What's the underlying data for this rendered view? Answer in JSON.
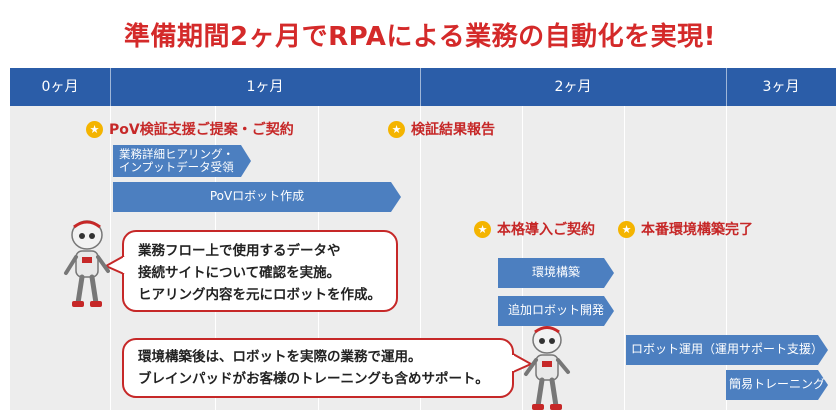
{
  "title": "準備期間2ヶ月でRPAによる業務の自動化を実現!",
  "months": [
    "0ヶ月",
    "1ヶ月",
    "2ヶ月",
    "3ヶ月"
  ],
  "milestones": [
    {
      "label": "PoV検証支援ご提案・ご契約",
      "icon": "star-icon"
    },
    {
      "label": "検証結果報告",
      "icon": "star-icon"
    },
    {
      "label": "本格導入ご契約",
      "icon": "star-icon"
    },
    {
      "label": "本番環境構築完了",
      "icon": "star-icon"
    }
  ],
  "tasks": [
    {
      "label": "業務詳細ヒアリング・\nインプットデータ受領"
    },
    {
      "label": "PoVロボット作成"
    },
    {
      "label": "環境構築"
    },
    {
      "label": "追加ロボット開発"
    },
    {
      "label": "ロボット運用（運用サポート支援）"
    },
    {
      "label": "簡易トレーニング"
    }
  ],
  "bubbles": [
    {
      "lines": [
        "業務フロー上で使用するデータや",
        "接続サイトについて確認を実施。",
        "ヒアリング内容を元にロボットを作成。"
      ]
    },
    {
      "lines": [
        "環境構築後は、ロボットを実際の業務で運用。",
        "ブレインパッドがお客様のトレーニングも含めサポート。"
      ]
    }
  ],
  "colors": {
    "title": "#d42a2a",
    "header": "#2b5da8",
    "task": "#4c7fc0",
    "accent": "#c62828",
    "star": "#f4b400",
    "panel": "#ededed"
  }
}
